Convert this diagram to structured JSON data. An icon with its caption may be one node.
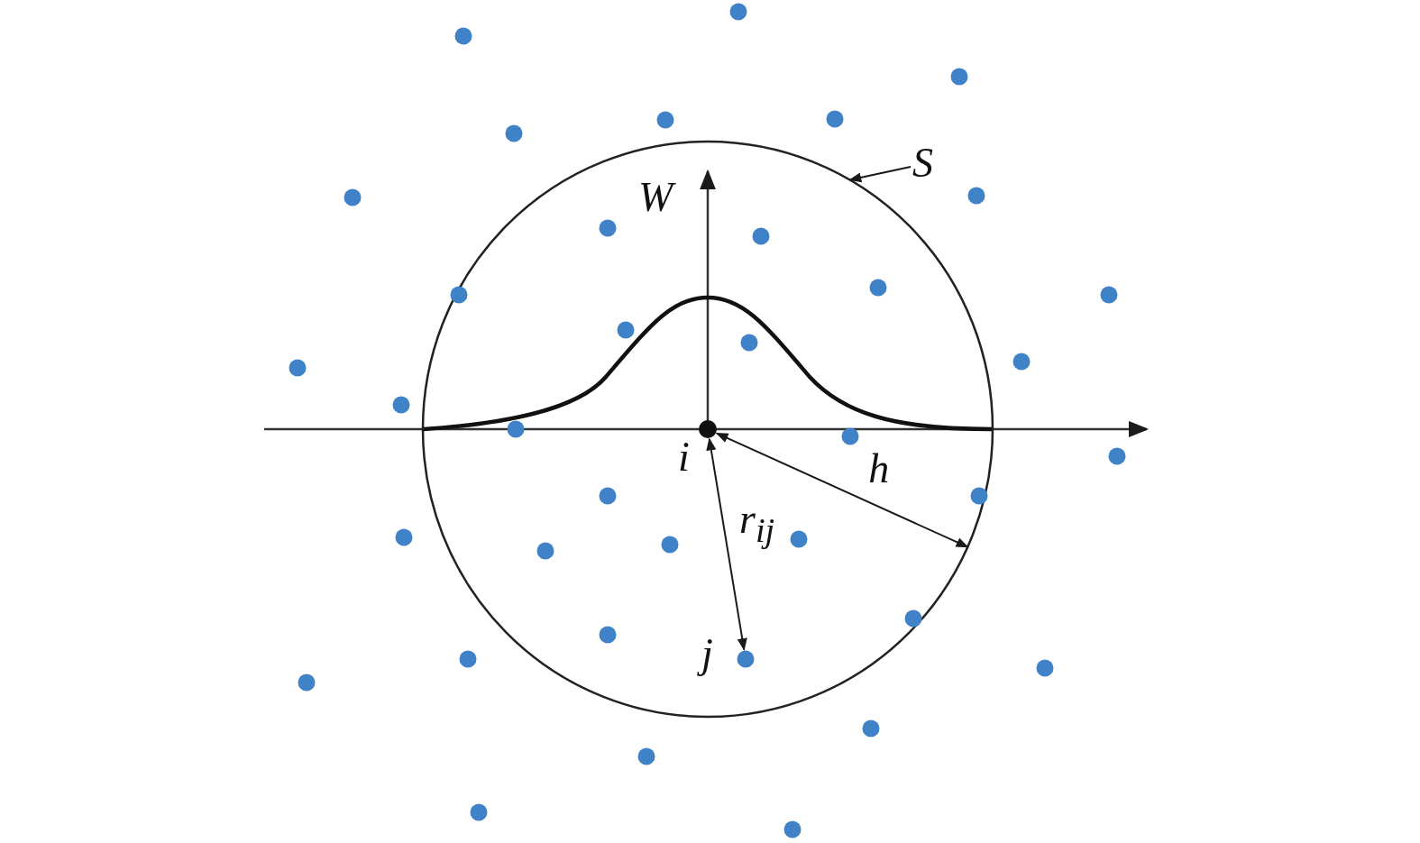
{
  "diagram": {
    "nodes": [
      {
        "text": [],
        "shape": "circle"
      },
      {
        "text": [],
        "shape": "circle",
        "beside": [
          "i"
        ],
        "in": 0
      },
      {
        "text": [],
        "shape": "circle",
        "beside": [
          "j"
        ],
        "in": 0
      },
      {
        "text": [
          "S"
        ]
      },
      {
        "text": [],
        "shape": "circle"
      },
      {
        "text": [],
        "shape": "circle"
      },
      {
        "text": [],
        "shape": "circle"
      },
      {
        "text": [],
        "shape": "circle"
      },
      {
        "text": [],
        "shape": "circle"
      },
      {
        "text": [],
        "shape": "circle"
      },
      {
        "text": [],
        "shape": "circle"
      },
      {
        "text": [],
        "shape": "circle"
      },
      {
        "text": [],
        "shape": "circle",
        "in": 0
      },
      {
        "text": [],
        "shape": "circle",
        "in": 0
      },
      {
        "text": [],
        "shape": "circle",
        "in": 0
      },
      {
        "text": [],
        "shape": "circle",
        "in": 0
      },
      {
        "text": [],
        "shape": "circle"
      },
      {
        "text": [],
        "shape": "circle",
        "in": 0
      },
      {
        "text": [],
        "shape": "circle",
        "in": 0
      },
      {
        "text": [],
        "shape": "circle"
      },
      {
        "text": [],
        "shape": "circle"
      },
      {
        "text": [],
        "shape": "circle"
      },
      {
        "text": [],
        "shape": "circle",
        "in": 0
      },
      {
        "text": [],
        "shape": "circle",
        "in": 0
      },
      {
        "text": [],
        "shape": "circle"
      },
      {
        "text": [],
        "shape": "circle",
        "in": 0
      },
      {
        "text": [],
        "shape": "circle",
        "in": 0
      },
      {
        "text": [],
        "shape": "circle"
      },
      {
        "text": [],
        "shape": "circle",
        "in": 0
      },
      {
        "text": [],
        "shape": "circle",
        "in": 0
      },
      {
        "text": [],
        "shape": "circle",
        "in": 0
      },
      {
        "text": [],
        "shape": "circle",
        "in": 0
      },
      {
        "text": [],
        "shape": "circle",
        "in": 0
      },
      {
        "text": [],
        "shape": "circle"
      },
      {
        "text": [],
        "shape": "circle"
      },
      {
        "text": [],
        "shape": "circle"
      },
      {
        "text": [],
        "shape": "circle"
      },
      {
        "text": [],
        "shape": "circle"
      },
      {
        "text": [],
        "shape": "circle"
      },
      {
        "text": [],
        "shape": "circle"
      }
    ],
    "edges": [
      {
        "from": 1,
        "to": 2,
        "arrow": "both",
        "label": "r$_{ij}$"
      },
      {
        "from": 1,
        "to": 0,
        "arrow": "both",
        "label": "h"
      },
      {
        "from": 3,
        "to": 0,
        "arrow": "to"
      }
    ],
    "labels": [
      "W"
    ]
  }
}
